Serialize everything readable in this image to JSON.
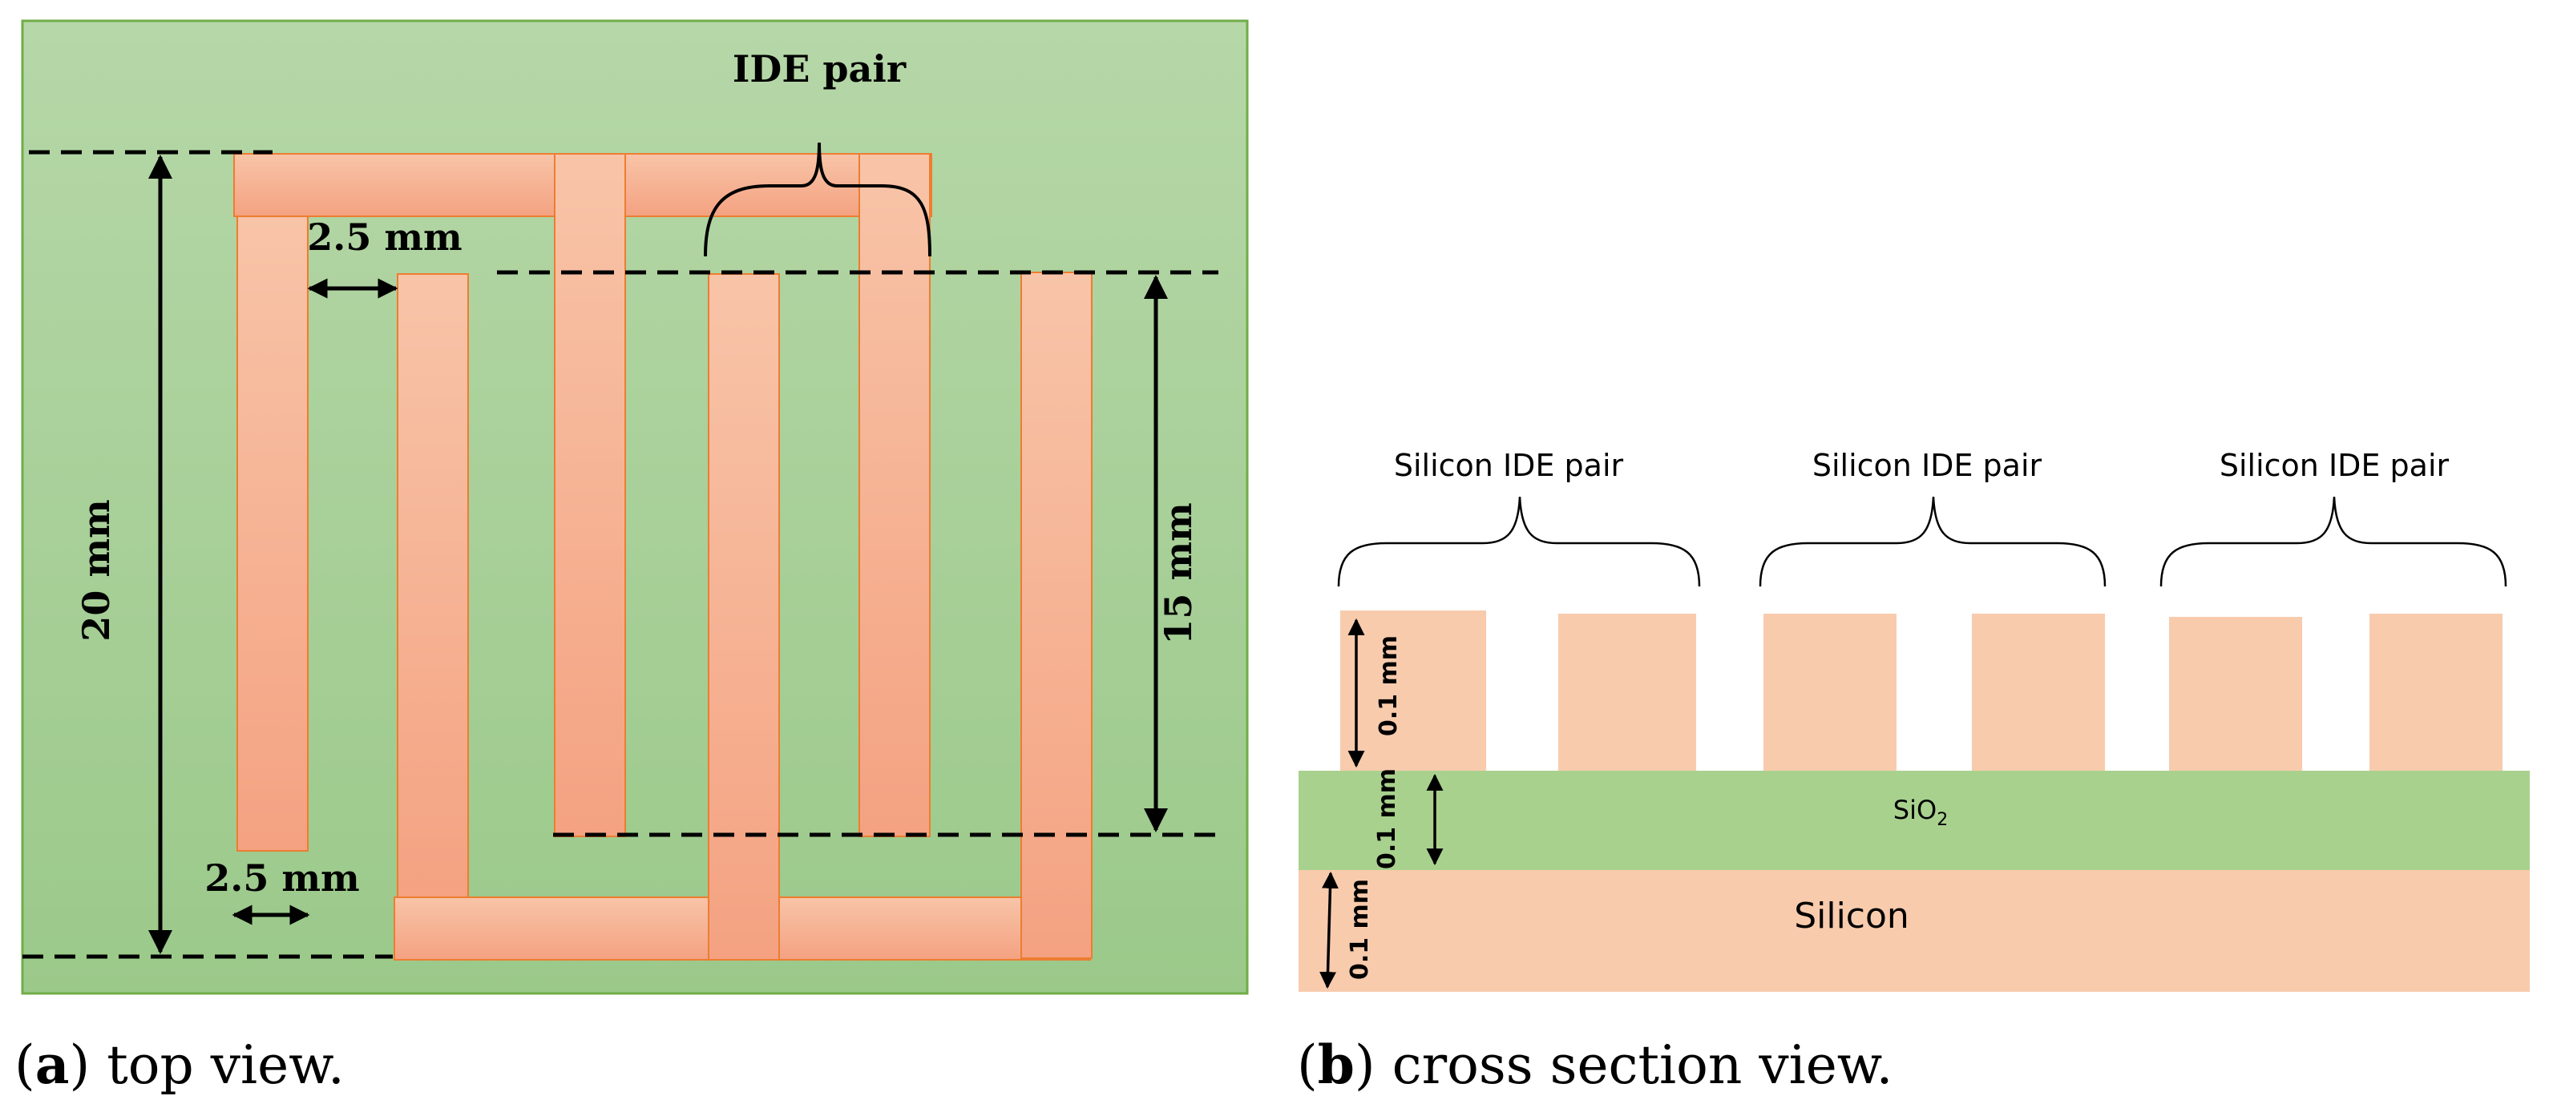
{
  "colors": {
    "substrate_top_light": "#b6d7a8",
    "substrate_bottom_dark": "#9bc98a",
    "substrate_border": "#70ad47",
    "electrode_light": "#f8c4a8",
    "electrode_dark": "#f4a281",
    "electrode_border": "#ed7d31",
    "cross_electrode": "#f8cbad",
    "oxide_green": "#a9d18e",
    "ink": "#000000"
  },
  "top_view": {
    "annotation_ide_pair": "IDE pair",
    "dim_gap_top": "2.5 mm",
    "dim_width_bottom": "2.5 mm",
    "dim_total_height": "20 mm",
    "dim_finger_length": "15 mm",
    "caption_letter": "a",
    "caption_text": " top view."
  },
  "cross_section": {
    "pair_labels": [
      "Silicon IDE pair",
      "Silicon IDE pair",
      "Silicon IDE pair"
    ],
    "dim_electrode_height": "0.1 mm",
    "dim_oxide_height": "0.1 mm",
    "dim_silicon_height": "0.1 mm",
    "oxide_label_main": "SiO",
    "oxide_label_sub": "2",
    "silicon_label": "Silicon",
    "caption_letter": "b",
    "caption_text": " cross section view."
  }
}
